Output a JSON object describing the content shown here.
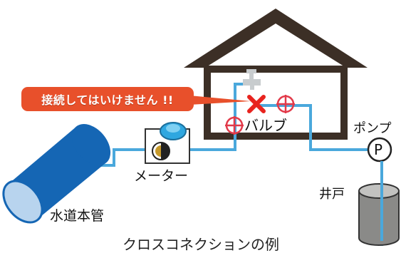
{
  "labels": {
    "warning": "接続してはいけません !!",
    "valve": "バルブ",
    "pump": "ポンプ",
    "pump_symbol": "P",
    "meter": "メーター",
    "well": "井戸",
    "main_pipe": "水道本管",
    "caption": "クロスコネクションの例"
  },
  "colors": {
    "pipe": "#4aa8dc",
    "main_pipe_body": "#1566b4",
    "main_pipe_end": "#b8d4ee",
    "house": "#3c2f26",
    "valve": "#e23a4a",
    "cross": "#e8231e",
    "warning_bg": "#e8502b",
    "well_body": "#8a8a88",
    "well_top": "#c2c2c0",
    "meter_cap": "#2fa7e0"
  },
  "icons": [
    "faucet-icon",
    "valve-icon",
    "pump-icon",
    "meter-icon",
    "cross-icon"
  ]
}
